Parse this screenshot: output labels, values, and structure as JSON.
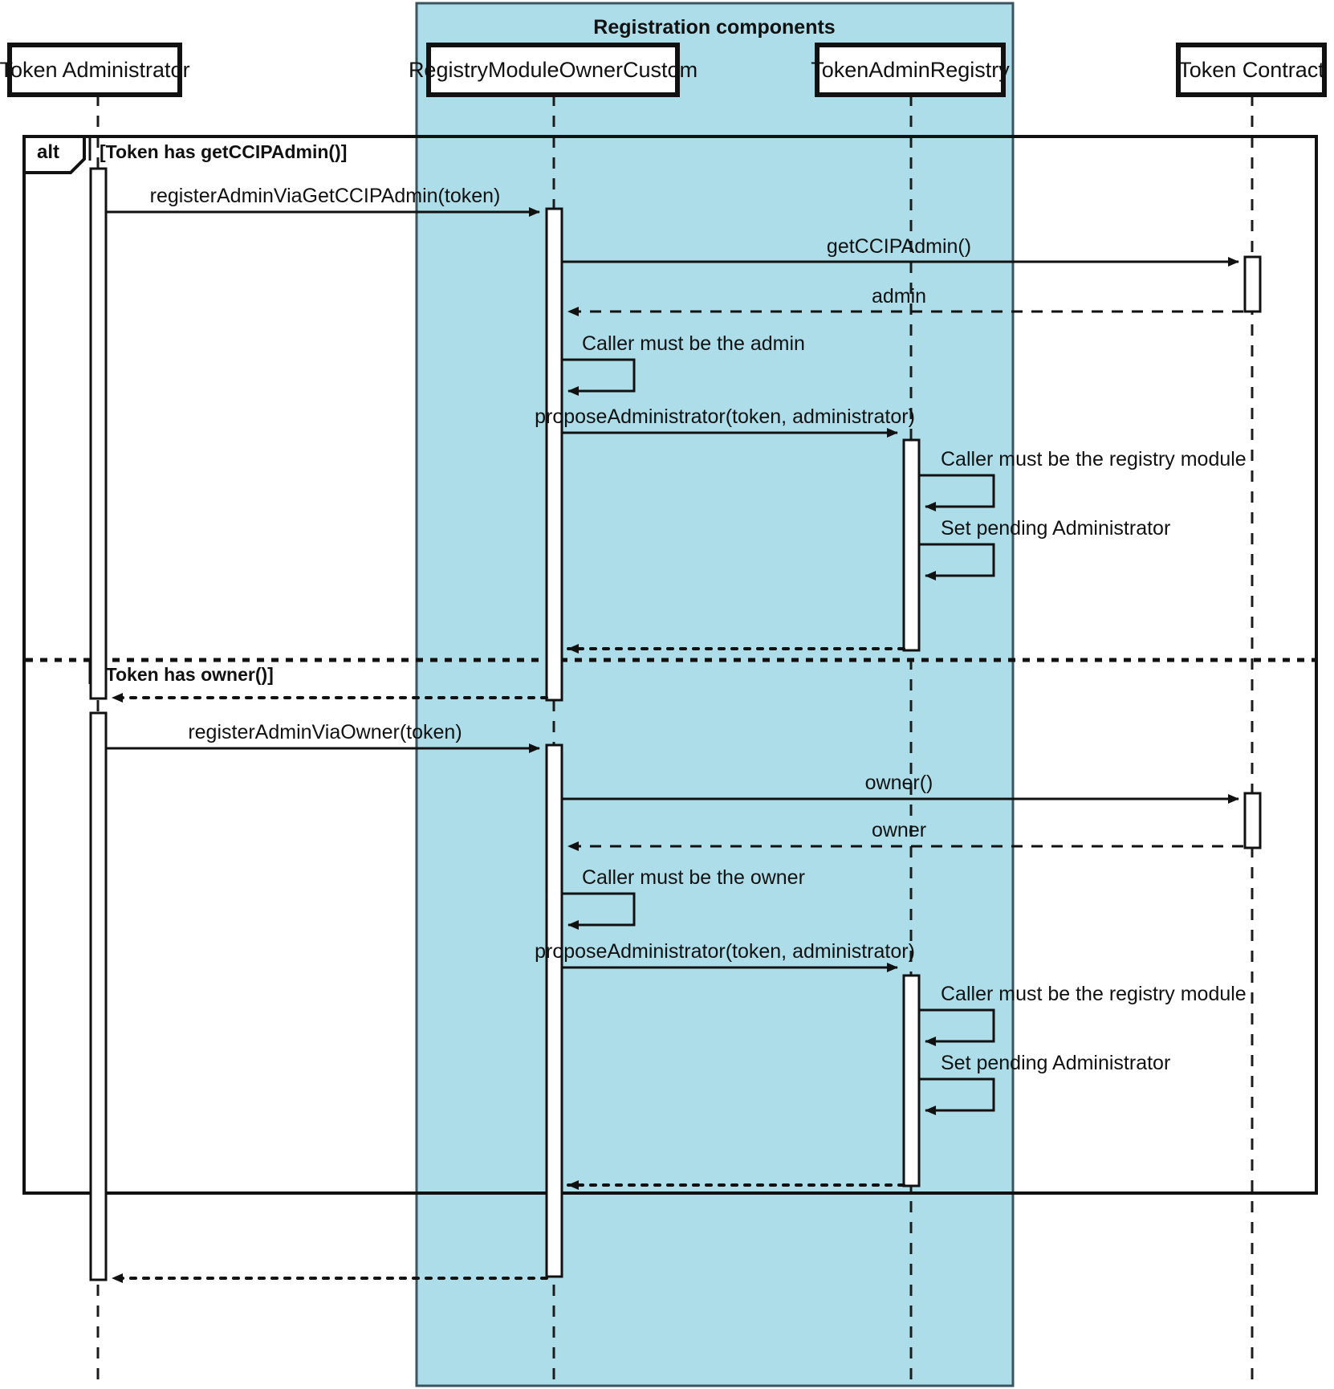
{
  "diagram": {
    "type": "uml-sequence-diagram",
    "group": {
      "title": "Registration components",
      "color": "#addde9",
      "members": [
        "RegistryModuleOwnerCustom",
        "TokenAdminRegistry"
      ]
    },
    "participants": [
      {
        "id": "admin",
        "name": "Token Administrator"
      },
      {
        "id": "registry_module",
        "name": "RegistryModuleOwnerCustom"
      },
      {
        "id": "token_admin_registry",
        "name": "TokenAdminRegistry"
      },
      {
        "id": "token_contract",
        "name": "Token Contract"
      }
    ],
    "fragment": {
      "operator": "alt",
      "branches": [
        {
          "guard": "[Token has getCCIPAdmin()]"
        },
        {
          "guard": "[Token has owner()]"
        }
      ]
    },
    "messages": [
      {
        "id": "m1",
        "from": "admin",
        "to": "registry_module",
        "label": "registerAdminViaGetCCIPAdmin(token)",
        "kind": "call"
      },
      {
        "id": "m2",
        "from": "registry_module",
        "to": "token_contract",
        "label": "getCCIPAdmin()",
        "kind": "call"
      },
      {
        "id": "m3",
        "from": "token_contract",
        "to": "registry_module",
        "label": "admin",
        "kind": "return"
      },
      {
        "id": "m4",
        "from": "registry_module",
        "to": "registry_module",
        "label": "Caller must be the admin",
        "kind": "self"
      },
      {
        "id": "m5",
        "from": "registry_module",
        "to": "token_admin_registry",
        "label": "proposeAdministrator(token, administrator)",
        "kind": "call"
      },
      {
        "id": "m6",
        "from": "token_admin_registry",
        "to": "token_admin_registry",
        "label": "Caller must be the registry module",
        "kind": "self"
      },
      {
        "id": "m7",
        "from": "token_admin_registry",
        "to": "token_admin_registry",
        "label": "Set pending Administrator",
        "kind": "self"
      },
      {
        "id": "m8",
        "from": "token_admin_registry",
        "to": "registry_module",
        "label": "",
        "kind": "return"
      },
      {
        "id": "m9",
        "from": "registry_module",
        "to": "admin",
        "label": "",
        "kind": "return"
      },
      {
        "id": "m10",
        "from": "admin",
        "to": "registry_module",
        "label": "registerAdminViaOwner(token)",
        "kind": "call"
      },
      {
        "id": "m11",
        "from": "registry_module",
        "to": "token_contract",
        "label": "owner()",
        "kind": "call"
      },
      {
        "id": "m12",
        "from": "token_contract",
        "to": "registry_module",
        "label": "owner",
        "kind": "return"
      },
      {
        "id": "m13",
        "from": "registry_module",
        "to": "registry_module",
        "label": "Caller must be the owner",
        "kind": "self"
      },
      {
        "id": "m14",
        "from": "registry_module",
        "to": "token_admin_registry",
        "label": "proposeAdministrator(token, administrator)",
        "kind": "call"
      },
      {
        "id": "m15",
        "from": "token_admin_registry",
        "to": "token_admin_registry",
        "label": "Caller must be the registry module",
        "kind": "self"
      },
      {
        "id": "m16",
        "from": "token_admin_registry",
        "to": "token_admin_registry",
        "label": "Set pending Administrator",
        "kind": "self"
      },
      {
        "id": "m17",
        "from": "token_admin_registry",
        "to": "registry_module",
        "label": "",
        "kind": "return"
      },
      {
        "id": "m18",
        "from": "registry_module",
        "to": "admin",
        "label": "",
        "kind": "return"
      }
    ]
  }
}
